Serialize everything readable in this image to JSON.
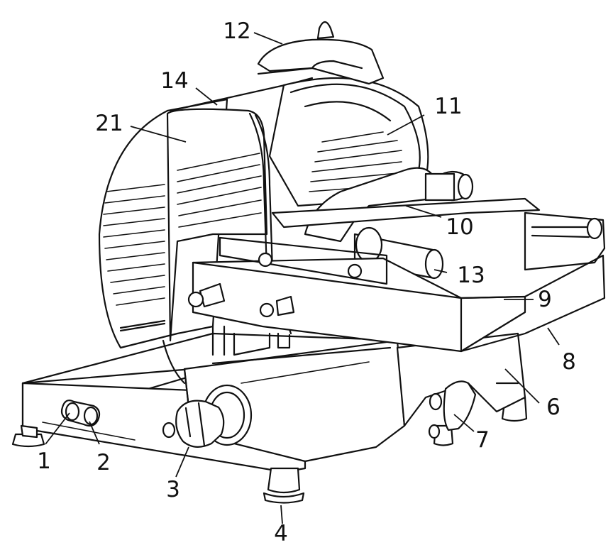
{
  "diagram": {
    "callouts": [
      {
        "id": "1",
        "text": "1"
      },
      {
        "id": "2",
        "text": "2"
      },
      {
        "id": "3",
        "text": "3"
      },
      {
        "id": "4",
        "text": "4"
      },
      {
        "id": "6",
        "text": "6"
      },
      {
        "id": "7",
        "text": "7"
      },
      {
        "id": "8",
        "text": "8"
      },
      {
        "id": "9",
        "text": "9"
      },
      {
        "id": "10",
        "text": "10"
      },
      {
        "id": "11",
        "text": "11"
      },
      {
        "id": "12",
        "text": "12"
      },
      {
        "id": "13",
        "text": "13"
      },
      {
        "id": "14",
        "text": "14"
      },
      {
        "id": "21",
        "text": "21"
      }
    ],
    "line_color": "#111111",
    "background": "#ffffff"
  }
}
